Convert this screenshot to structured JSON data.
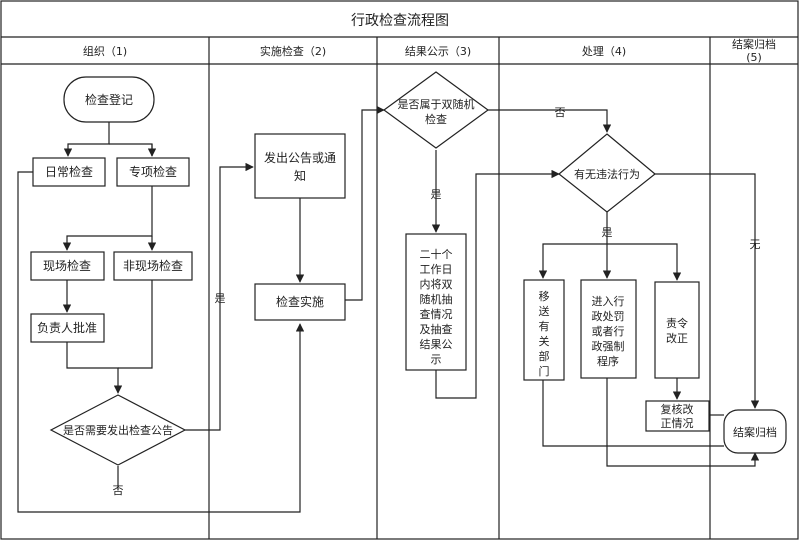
{
  "title": "行政检查流程图",
  "lanes": [
    {
      "label": "组织（1)"
    },
    {
      "label": "实施检查（2)"
    },
    {
      "label": "结果公示（3)"
    },
    {
      "label": "处理（4)"
    },
    {
      "label_line1": "结案归档",
      "label_line2": "(5)"
    }
  ],
  "nodes": {
    "register": "检查登记",
    "routine": "日常检查",
    "special": "专项检查",
    "onsite": "现场检查",
    "offsite": "非现场检查",
    "approve": "负责人批准",
    "need_notice": "是否需要发出检查公告",
    "notice_lines": [
      "发出公告或通",
      "知"
    ],
    "implement": "检查实施",
    "random_lines": [
      "是否属于双随机",
      "检查"
    ],
    "publish_lines": [
      "二十个",
      "工作日",
      "内将双",
      "随机抽",
      "查情况",
      "及抽查",
      "结果公",
      "示"
    ],
    "violation": "有无违法行为",
    "transfer_lines": [
      "移",
      "送",
      "有",
      "关",
      "部",
      "门"
    ],
    "punish_lines": [
      "进入行",
      "政处罚",
      "或者行",
      "政强制",
      "程序"
    ],
    "correct_lines": [
      "责令",
      "改正"
    ],
    "recheck_lines": [
      "复核改",
      "正情况"
    ],
    "close": "结案归档"
  },
  "edge_labels": {
    "yes_notice": "是",
    "no_notice": "否",
    "yes_random": "是",
    "no_random": "否",
    "yes_violation": "是",
    "no_violation": "无"
  }
}
